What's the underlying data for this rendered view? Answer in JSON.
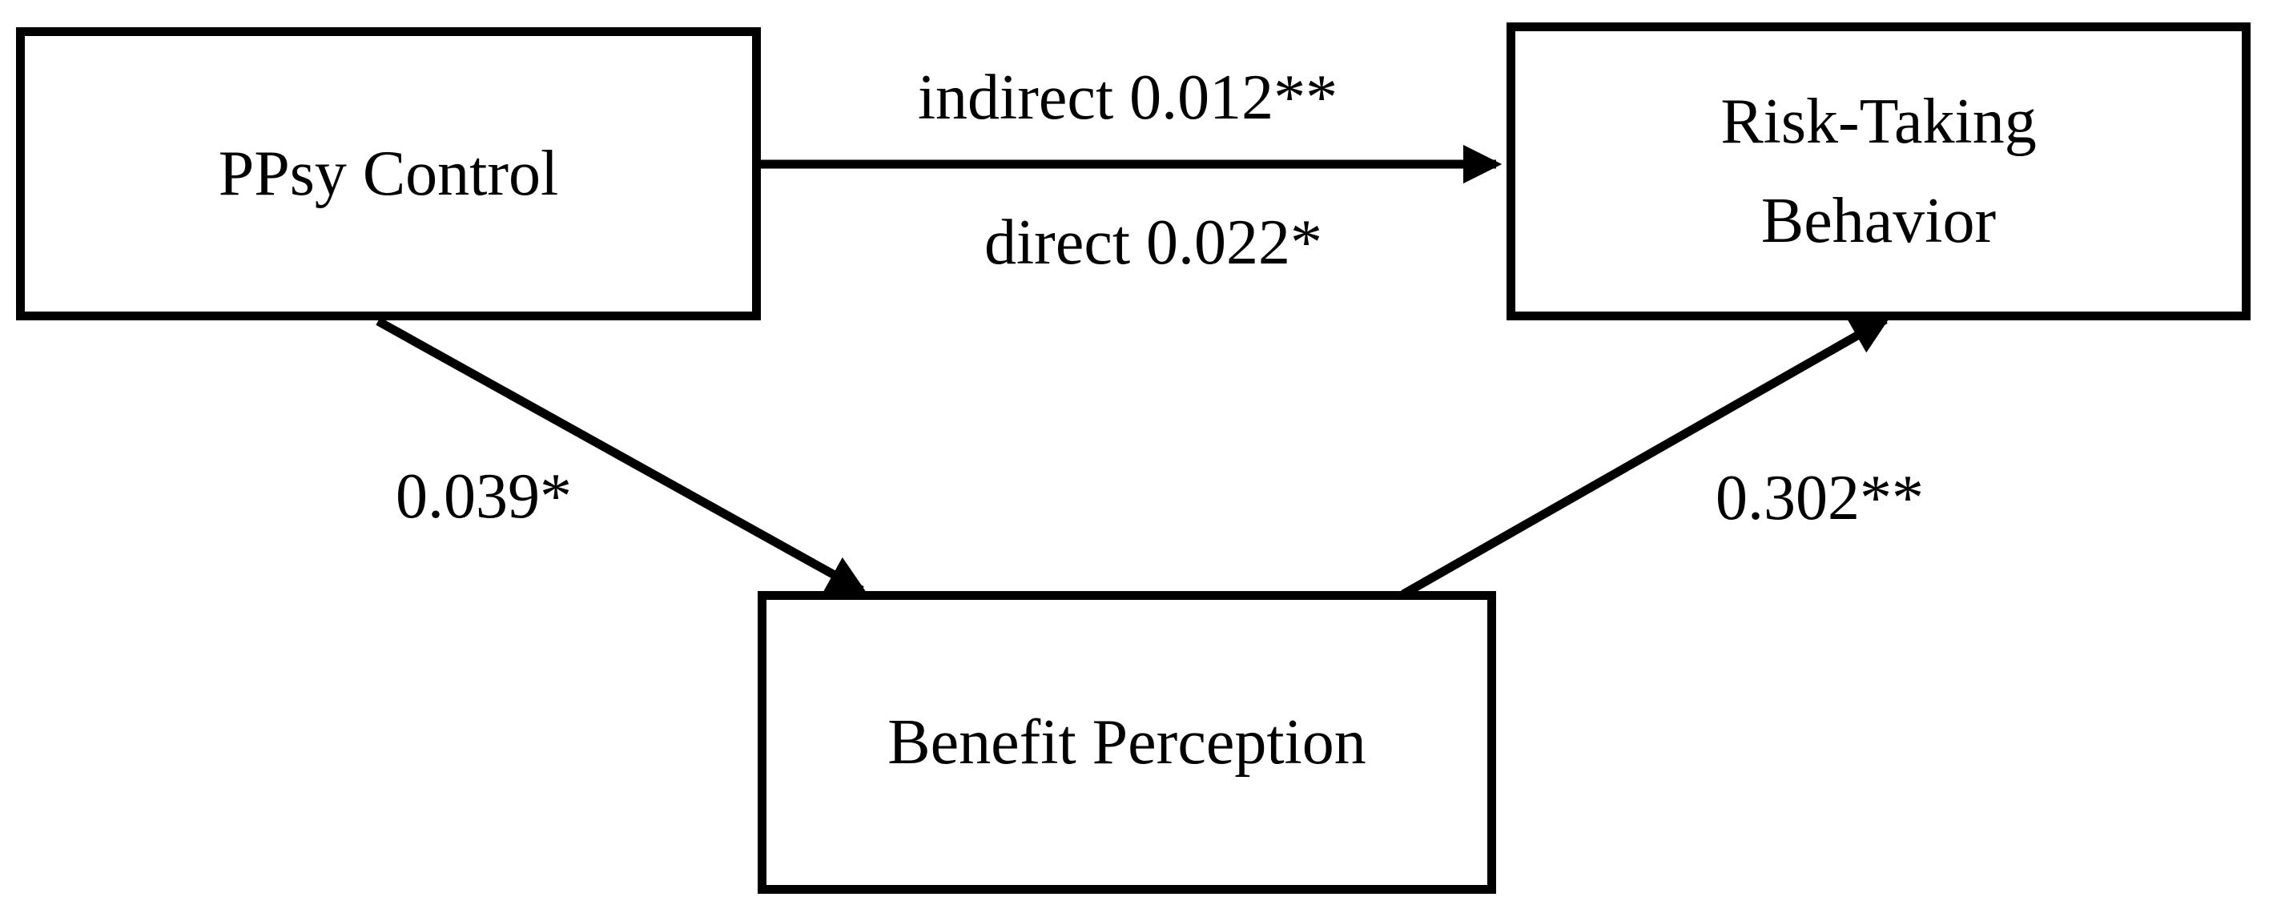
{
  "diagram": {
    "type": "mediation-path-model",
    "background_color": "#ffffff",
    "line_color": "#000000",
    "text_color": "#000000",
    "box_fill": "#ffffff",
    "nodes": [
      {
        "id": "predictor",
        "label": "PPsy Control",
        "role": "independent variable"
      },
      {
        "id": "outcome",
        "label": "Risk-Taking\nBehavior",
        "role": "dependent variable"
      },
      {
        "id": "mediator",
        "label": "Benefit Perception",
        "role": "mediator"
      }
    ],
    "edges": [
      {
        "id": "predictor-to-outcome",
        "from": "predictor",
        "to": "outcome",
        "labels": {
          "above": "indirect 0.012**",
          "below": "direct 0.022*"
        }
      },
      {
        "id": "predictor-to-mediator",
        "from": "predictor",
        "to": "mediator",
        "labels": {
          "above": "0.039*"
        }
      },
      {
        "id": "mediator-to-outcome",
        "from": "mediator",
        "to": "outcome",
        "labels": {
          "above": "0.302**"
        }
      }
    ]
  }
}
